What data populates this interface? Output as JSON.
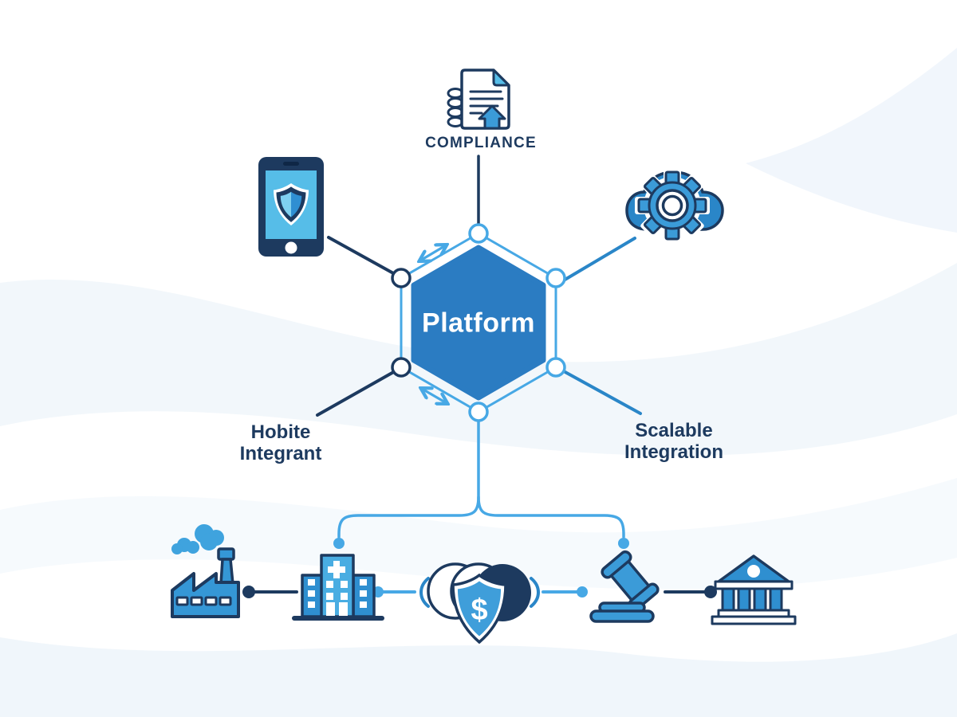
{
  "colors": {
    "navy": "#1d3a5f",
    "blue": "#2a86c8",
    "blue_mid": "#3b9bd8",
    "light_blue": "#47a8e5",
    "sky": "#56bde8",
    "hex_fill": "#2b7cc2",
    "pale": "#e9f1f9",
    "pale2": "#eef5fb",
    "white": "#ffffff"
  },
  "labels": {
    "platform": "Platform",
    "compliance": "COMPLIANCE",
    "left_line1": "Hobite",
    "left_line2": "Integrant",
    "right_line1": "Scalable",
    "right_line2": "Integration",
    "currency": "$"
  },
  "icons": {
    "top": "document-upload-icon",
    "top_left": "tablet-shield-icon",
    "top_right": "cloud-gear-icon",
    "bottom_row": [
      "factory-icon",
      "hospital-icon",
      "coins-shield-icon",
      "gavel-icon",
      "bank-icon"
    ]
  }
}
